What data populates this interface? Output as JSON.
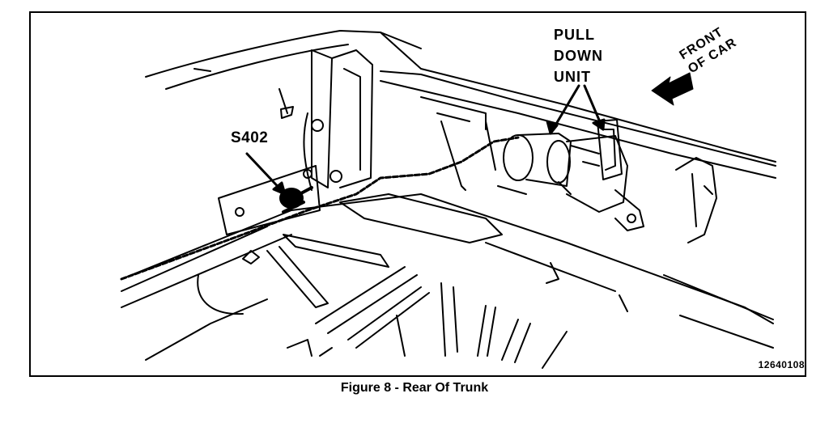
{
  "labels": {
    "pull_down": [
      "PULL",
      "DOWN",
      "UNIT"
    ],
    "splice": "S402",
    "front_of_car": [
      "FRONT",
      "OF CAR"
    ],
    "part_number": "12640108"
  },
  "caption": "Figure 8 - Rear Of Trunk",
  "colors": {
    "ink": "#000000",
    "paper": "#ffffff"
  }
}
